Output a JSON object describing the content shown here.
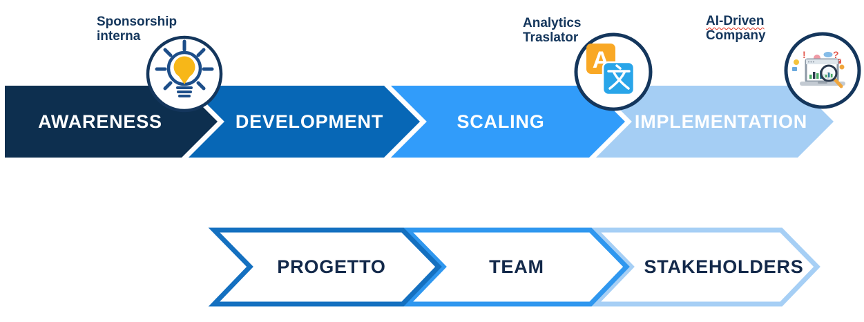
{
  "top_row": {
    "stages": [
      {
        "label": "AWARENESS",
        "color": "#0d2f4f"
      },
      {
        "label": "DEVELOPMENT",
        "color": "#0767b6"
      },
      {
        "label": "SCALING",
        "color": "#319cfa"
      },
      {
        "label": "IMPLEMENTATION",
        "color": "#a5cef4"
      }
    ]
  },
  "bottom_row": {
    "stages": [
      {
        "label": "PROGETTO",
        "outline_color": "#1470c0"
      },
      {
        "label": "TEAM",
        "outline_color": "#2f97ef"
      },
      {
        "label": "STAKEHOLDERS",
        "outline_color": "#a6cff5"
      }
    ]
  },
  "annotations": [
    {
      "line1": "Sponsorship",
      "line2": "interna",
      "icon": "lightbulb-icon"
    },
    {
      "line1": "Analytics",
      "line2": "Traslator",
      "icon": "translator-icon"
    },
    {
      "line1": "AI-Driven",
      "line2": "Company",
      "icon": "analytics-laptop-icon"
    }
  ],
  "icons": {
    "translator_letter_latin": "A",
    "translator_letter_cjk": "文",
    "analytics_exclamation": "!",
    "analytics_question": "?"
  },
  "colors": {
    "annotation_text": "#14365c",
    "stage_text": "#ffffff",
    "bottom_stage_text": "#13294a",
    "icon_circle_border": "#14365c",
    "spellcheck_red": "#e0301e"
  }
}
